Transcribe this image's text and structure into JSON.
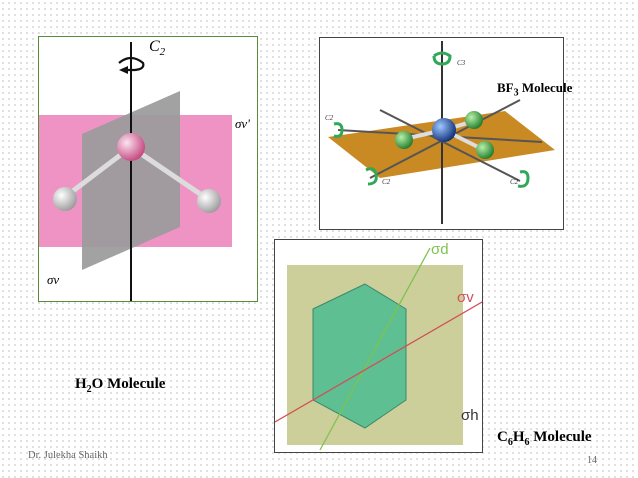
{
  "h2o_panel": {
    "c2_label": "C",
    "c2_sub": "2",
    "sigma_v_prime": "σv'",
    "sigma_v": "σv"
  },
  "bf3_panel": {
    "c3_top": "C3",
    "c2_left": "C2",
    "c2_bottom_left": "C2",
    "c2_bottom_right": "C2"
  },
  "c6h6_panel": {
    "sigma_d": "σd",
    "sigma_v": "σv",
    "sigma_h": "σh"
  },
  "captions": {
    "h2o": {
      "main": "H",
      "sub": "2",
      "rest": "O Molecule"
    },
    "bf3": {
      "main": "BF",
      "sub": "3",
      "rest": " Molecule"
    },
    "c6h6": {
      "a": "C",
      "sub1": "6",
      "b": "H",
      "sub2": "6",
      "rest": " Molecule"
    }
  },
  "footer": {
    "author": "Dr. Julekha Shaikh",
    "page": "14"
  },
  "colors": {
    "pink_plane": "#ef93c4",
    "gray_plane": "#9a9a9a",
    "gold_plane": "#c98a23",
    "hexagon": "#5ebf93",
    "sigma_line": "#d24f56",
    "sigma_d_line": "#7fc24e"
  }
}
